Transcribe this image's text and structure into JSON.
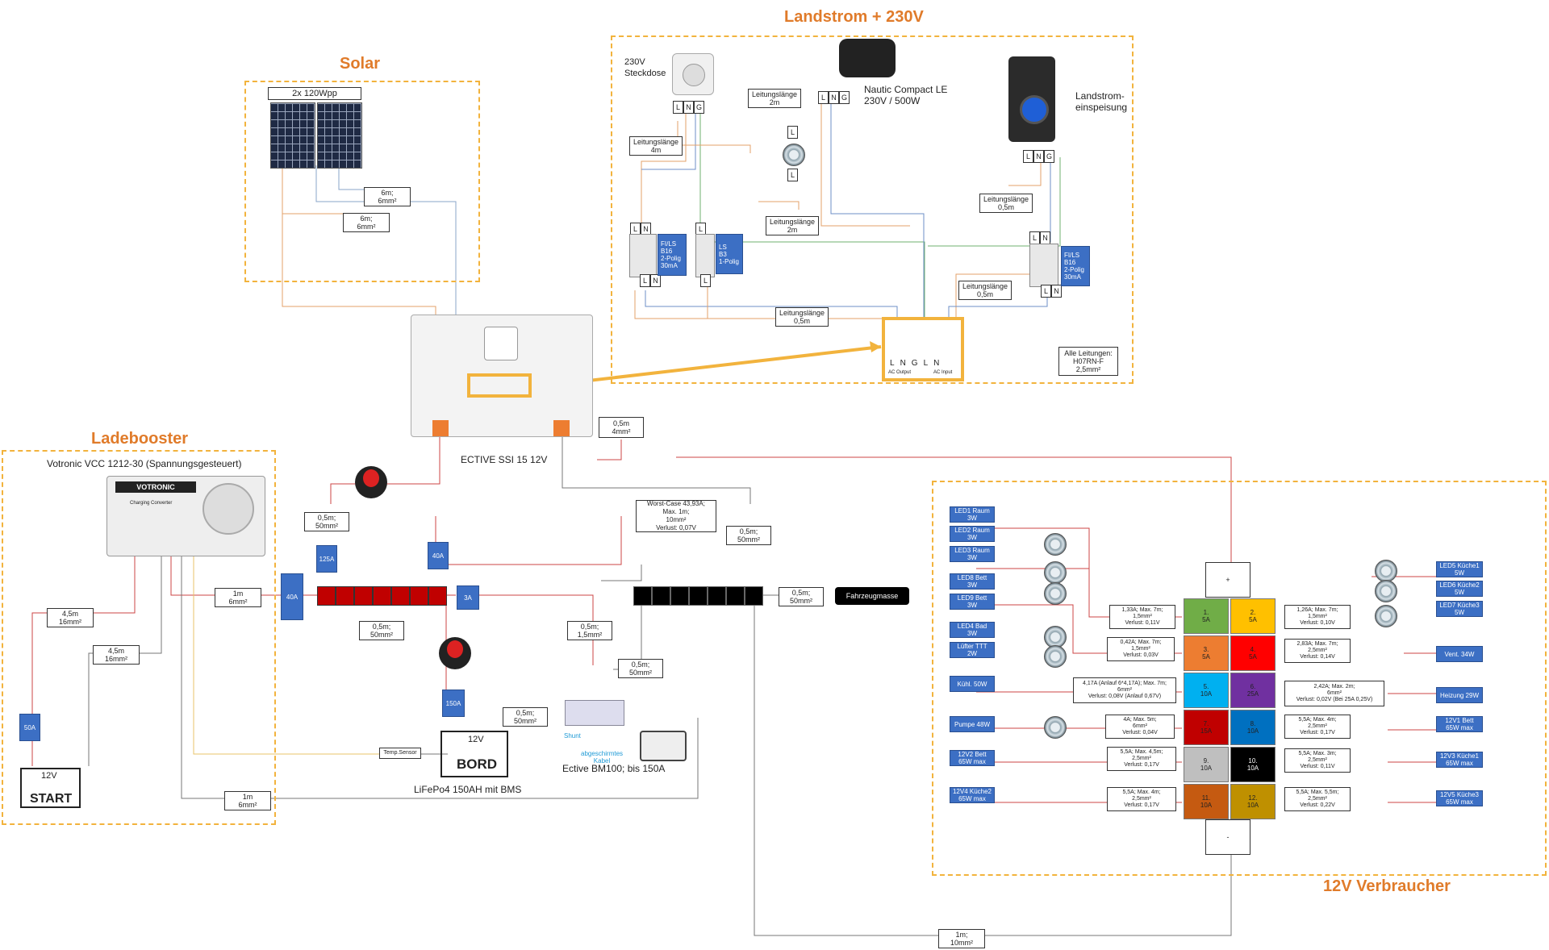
{
  "sections": {
    "solar": "Solar",
    "landstrom": "Landstrom + 230V",
    "ladebooster": "Ladebooster",
    "verbraucher": "12V Verbraucher"
  },
  "solar": {
    "panels_label": "2x 120Wpp",
    "cable1": "6m;\n6mm²",
    "cable2": "6m;\n6mm²"
  },
  "landstrom": {
    "steckdose": "230V\nSteckdose",
    "nautic": "Nautic Compact LE\n230V / 500W",
    "einspeisung": "Landstrom-\neinspeisung",
    "len_4m": "Leitungslänge\n4m",
    "len_2m_top": "Leitungslänge\n2m",
    "len_2m_mid": "Leitungslänge\n2m",
    "len_05_right": "Leitungslänge\n0,5m",
    "len_05_mid": "Leitungslänge\n0,5m",
    "len_05_bottom": "Leitungslänge\n0,5m",
    "fils_left": "FI/LS\nB16\n2-Polig\n30mA",
    "ls_b3": "LS\nB3\n1-Polig",
    "fils_right": "FI/LS\nB16\n2-Polig\n30mA",
    "terminal_letters": [
      "L",
      "N",
      "G",
      "L",
      "N"
    ],
    "ac_output": "AC Output",
    "ac_input": "AC Input",
    "alle_leitungen": "Alle Leitungen:\nH07RN-F\n2,5mm²"
  },
  "inverter": {
    "name": "ECTIVE SSI 15 12V",
    "cable": "0,5m\n4mm²"
  },
  "ladebooster": {
    "device": "Votronic VCC 1212-30 (Spannungsgesteuert)",
    "brand": "VOTRONIC",
    "subtitle": "Charging Converter",
    "cable_45_a": "4,5m\n16mm²",
    "cable_45_b": "4,5m\n16mm²",
    "cable_1m_a": "1m\n6mm²",
    "cable_1m_b": "1m\n6mm²",
    "fuse_50a": "50A",
    "fuse_40a_left": "40A",
    "start_battery_v": "12V",
    "start_battery": "START"
  },
  "main": {
    "fuse_125a": "125A",
    "fuse_40a": "40A",
    "fuse_3a": "3A",
    "fuse_150a": "150A",
    "cable_05_50_a": "0,5m;\n50mm²",
    "cable_05_50_b": "0,5m;\n50mm²",
    "cable_05_50_c": "0,5m;\n50mm²",
    "cable_05_50_d": "0,5m;\n50mm²",
    "cable_05_50_e": "0,5m;\n50mm²",
    "cable_05_15": "0,5m;\n1,5mm²",
    "cable_05_50_f": "0,5m;\n50mm²",
    "worst_case": "Worst-Case 43,93A;\nMax. 1m;\n10mm²\nVerlust: 0,07V",
    "fahrzeugmasse": "Fahrzeugmasse",
    "temp_sensor": "Temp.Sensor",
    "battery_v": "12V",
    "battery_name": "BORD",
    "battery_caption": "LiFePo4 150AH mit BMS",
    "shunt": "Shunt",
    "abgeschirmt": "abgeschirmtes\nKabel",
    "bm100": "Ective BM100; bis 150A",
    "cable_bottom": "1m;\n10mm²"
  },
  "consumers_left": [
    "LED1 Raum\n3W",
    "LED2 Raum\n3W",
    "LED3 Raum\n3W",
    "LED8 Bett\n3W",
    "LED9 Bett\n3W",
    "LED4 Bad\n3W",
    "Lüfter TTT\n2W",
    "Kühl. 50W",
    "Pumpe 48W",
    "12V2 Bett\n65W max",
    "12V4 Küche2\n65W max"
  ],
  "consumers_right": [
    "LED5 Küche1\n5W",
    "LED6 Küche2\n5W",
    "LED7 Küche3\n5W",
    "Vent. 34W",
    "Heizung 29W",
    "12V1 Bett\n65W max",
    "12V3 Küche1\n65W max",
    "12V5 Küche3\n65W max"
  ],
  "calc_left": [
    "1,33A; Max. 7m;\n1,5mm²\nVerlust: 0,11V",
    "0,42A; Max. 7m;\n1,5mm²\nVerlust: 0,03V",
    "4,17A (Anlauf 6*4,17A); Max. 7m;\n6mm²\nVerlust: 0,08V (Anlauf 0,67V)",
    "4A; Max. 5m;\n6mm²\nVerlust: 0,04V",
    "5,5A; Max. 4,5m;\n2,5mm²\nVerlust: 0,17V",
    "5,5A; Max. 4m;\n2,5mm²\nVerlust: 0,17V"
  ],
  "calc_right": [
    "1,26A; Max. 7m;\n1,5mm²\nVerlust: 0,10V",
    "2,83A; Max. 7m;\n2,5mm²\nVerlust: 0,14V",
    "2,42A; Max. 2m;\n6mm²\nVerlust: 0,02V (Bei 25A 0,25V)",
    "5,5A; Max. 4m;\n2,5mm²\nVerlust: 0,17V",
    "5,5A; Max. 3m;\n2,5mm²\nVerlust: 0,11V",
    "5,5A; Max. 5,5m;\n2,5mm²\nVerlust: 0,22V"
  ],
  "fuses": [
    "1.\n5A",
    "2.\n5A",
    "3.\n5A",
    "4.\n5A",
    "5.\n10A",
    "6.\n25A",
    "7.\n15A",
    "8.\n10A",
    "9.\n10A",
    "10.\n10A",
    "11.\n10A",
    "12.\n10A"
  ],
  "fuse_plus": "+",
  "fuse_minus": "-",
  "colors": {
    "accent_title": "#e07b2a",
    "frame": "#f2b33d",
    "consumer_box": "#3c6fc4",
    "fuse_colors": [
      "#70ad47",
      "#ffc000",
      "#ed7d31",
      "#ff0000",
      "#00b0f0",
      "#7030a0",
      "#c00000",
      "#0070c0",
      "#bfbfbf",
      "#000000",
      "#c55a11",
      "#bf9000"
    ]
  }
}
